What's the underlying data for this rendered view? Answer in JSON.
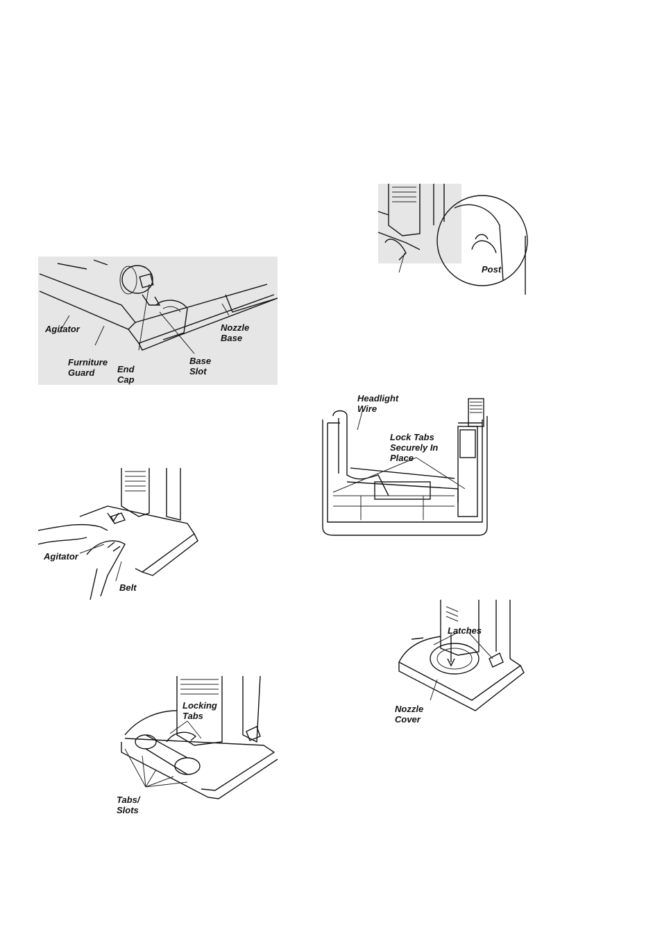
{
  "figures": {
    "fig1": {
      "labels": {
        "agitator": "Agitator",
        "furniture_guard": "Furniture\nGuard",
        "end_cap": "End\nCap",
        "base_slot": "Base\nSlot",
        "nozzle_base": "Nozzle\nBase"
      }
    },
    "fig2": {
      "labels": {
        "post": "Post"
      }
    },
    "fig3": {
      "labels": {
        "agitator": "Agitator",
        "belt": "Belt"
      }
    },
    "fig4": {
      "labels": {
        "headlight_wire": "Headlight\nWire",
        "lock_tabs": "Lock Tabs\nSecurely In\nPlace"
      }
    },
    "fig5": {
      "labels": {
        "locking_tabs": "Locking\nTabs",
        "tabs_slots": "Tabs/\nSlots"
      }
    },
    "fig6": {
      "labels": {
        "latches": "Latches",
        "nozzle_cover": "Nozzle\nCover"
      }
    }
  }
}
